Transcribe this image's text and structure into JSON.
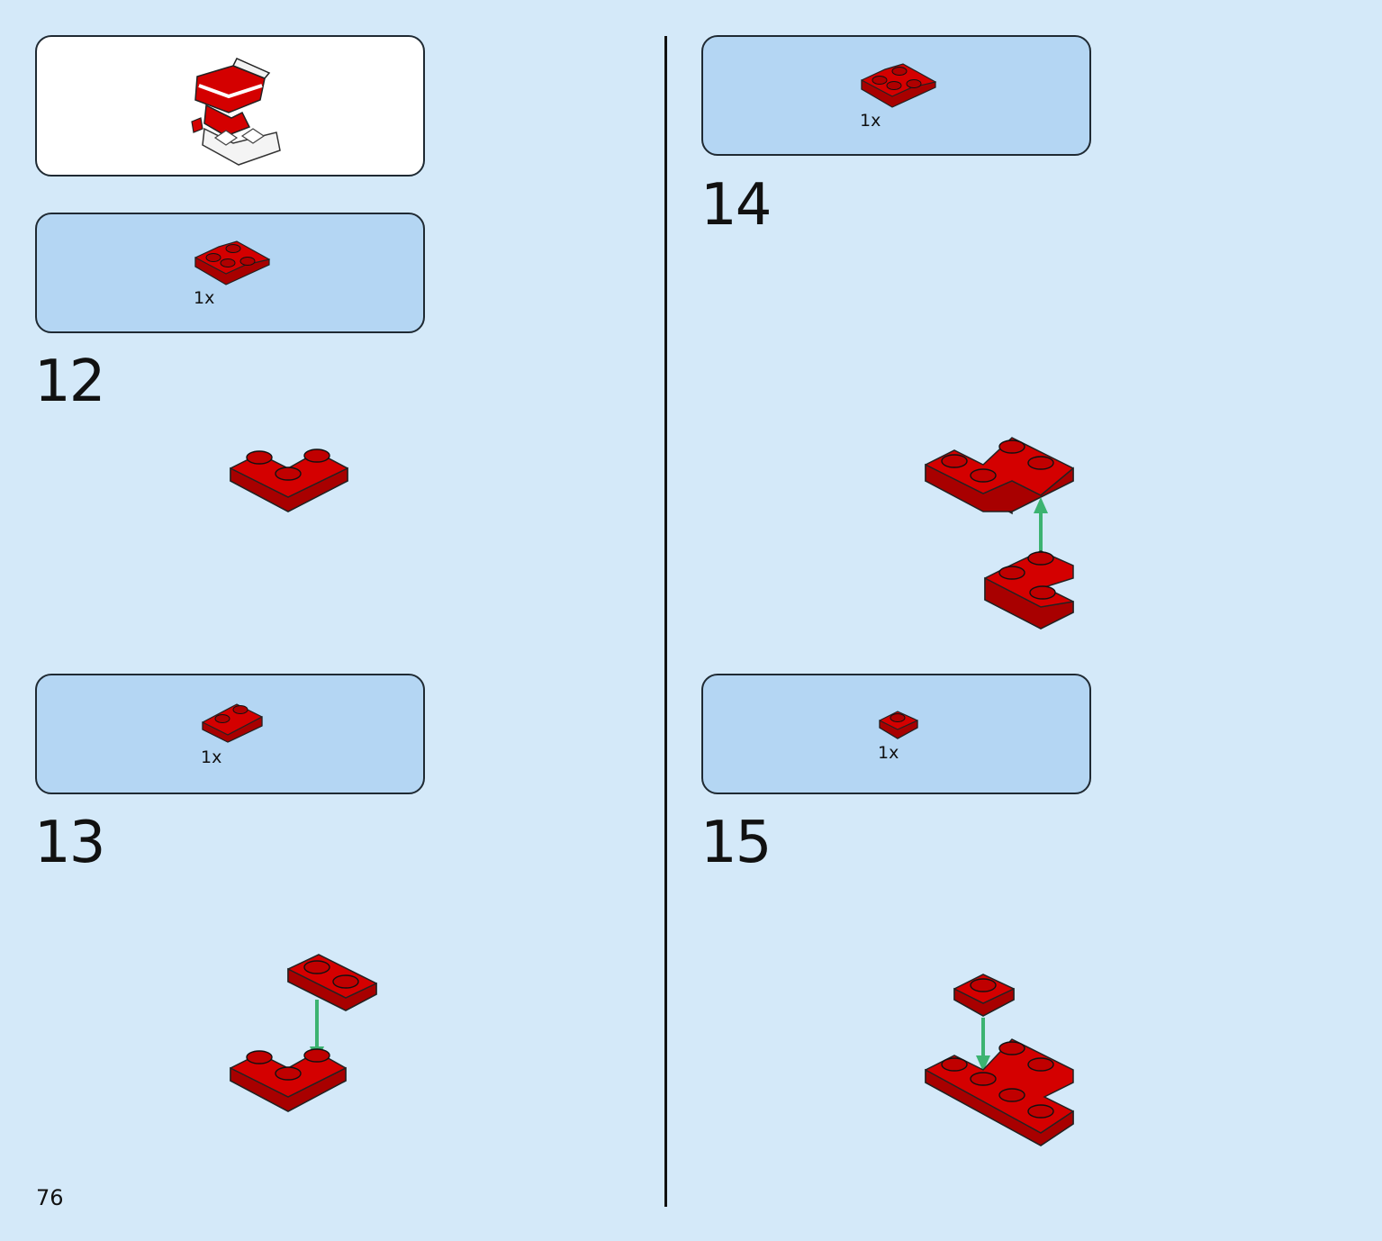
{
  "page": {
    "number": "76"
  },
  "steps": [
    {
      "number": "12",
      "parts_qty": "1x"
    },
    {
      "number": "13",
      "parts_qty": "1x"
    },
    {
      "number": "14",
      "parts_qty": "1x"
    },
    {
      "number": "15",
      "parts_qty": "1x"
    }
  ],
  "colors": {
    "background": "#d4e9f9",
    "parts_box": "#b4d6f3",
    "brick_red": "#d40000",
    "arrow_green": "#3cb371"
  }
}
